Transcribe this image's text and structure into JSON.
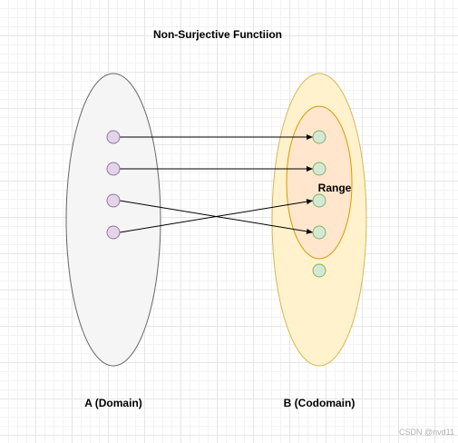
{
  "diagram": {
    "title": "Non-Surjective Functiion",
    "domain_label": "A (Domain)",
    "codomain_label": "B (Codomain)",
    "range_label": "Range",
    "domain_element_count": 4,
    "codomain_element_count": 5,
    "range_element_count": 4,
    "mappings": [
      {
        "from": 1,
        "to": 1
      },
      {
        "from": 2,
        "to": 2
      },
      {
        "from": 3,
        "to": 4
      },
      {
        "from": 4,
        "to": 3
      }
    ],
    "colors": {
      "domain_fill": "#f5f5f5",
      "domain_stroke": "#666666",
      "codomain_fill": "#fff2cc",
      "codomain_stroke": "#d6b656",
      "range_fill": "#ffe6cc",
      "range_stroke": "#d79b00",
      "domain_point_fill": "#e1d5e7",
      "domain_point_stroke": "#9673a6",
      "codomain_point_fill": "#d5e8d4",
      "codomain_point_stroke": "#82b366",
      "arrow": "#000000"
    }
  },
  "watermark": "CSDN @nvd11"
}
